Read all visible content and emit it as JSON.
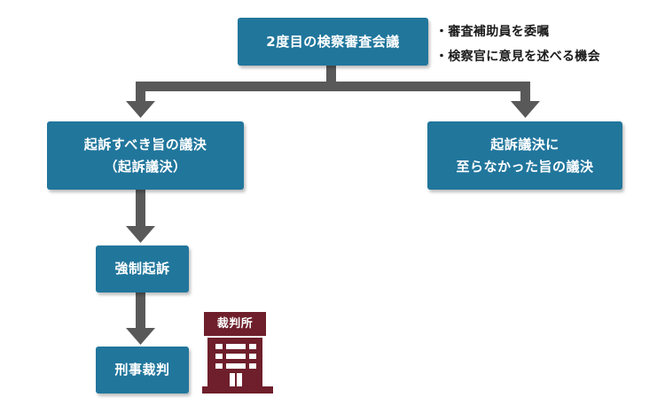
{
  "nodes": {
    "top": "2度目の検察審査会議",
    "left_line1": "起訴すべき旨の議決",
    "left_line2": "（起訴議決）",
    "right_line1": "起訴議決に",
    "right_line2": "至らなかった旨の議決",
    "kiso": "強制起訴",
    "keiji": "刑事裁判"
  },
  "bullets": [
    "・審査補助員を委嘱",
    "・検察官に意見を述べる機会"
  ],
  "court": {
    "label": "裁判所",
    "icon": "courthouse-building-icon"
  },
  "colors": {
    "box": "#21769c",
    "arrow": "#595959",
    "court": "#6e1f2b"
  }
}
